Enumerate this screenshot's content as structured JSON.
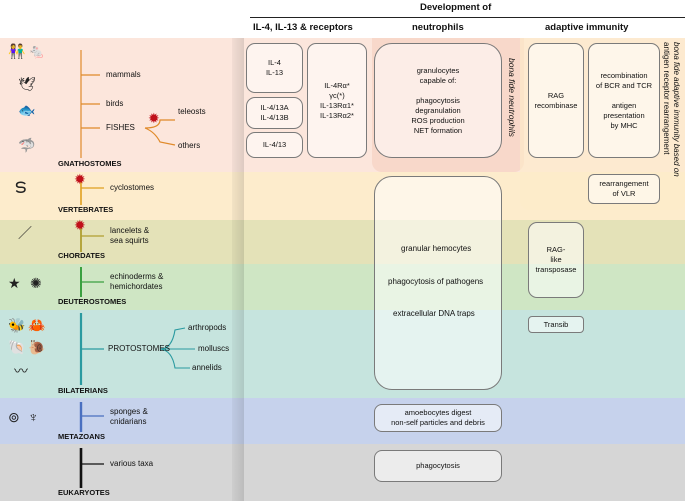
{
  "header": {
    "title": "Development of",
    "col_il": "IL-4, IL-13 & receptors",
    "col_neut": "neutrophils",
    "col_adapt": "adaptive immunity"
  },
  "colors": {
    "gnathostomes": "#fce6dc",
    "vertebrates": "#fdeccc",
    "chordates": "#e4e2b8",
    "deuterostomes": "#cfe6c4",
    "protostomes": "#c6e4de",
    "metazoans": "#c6d2ec",
    "eukaryotes": "#d6d6d6",
    "shade": "#e8e8e8"
  },
  "tree": {
    "mammals": "mammals",
    "birds": "birds",
    "fishes": "FISHES",
    "teleosts": "teleosts",
    "others": "others",
    "gnathostomes": "GNATHOSTOMES",
    "cyclostomes": "cyclostomes",
    "vertebrates": "VERTEBRATES",
    "lancelets1": "lancelets &",
    "lancelets2": "sea squirts",
    "chordates": "CHORDATES",
    "echino1": "echinoderms &",
    "echino2": "hemichordates",
    "deuterostomes": "DEUTEROSTOMES",
    "arthropods": "arthropods",
    "protostomes": "PROTOSTOMES",
    "molluscs": "molluscs",
    "annelids": "annelids",
    "bilaterians": "BILATERIANS",
    "sponges1": "sponges &",
    "sponges2": "cnidarians",
    "metazoans": "METAZOANS",
    "various": "various taxa",
    "eukaryotes": "EUKARYOTES"
  },
  "il": {
    "box1": "IL-4\nIL-13",
    "box2": "IL-4/13A\nIL-4/13B",
    "box3": "IL-4/13",
    "receptors": "IL-4Rα*\nγc(*)\nIL-13Rα1*\nIL-13Rα2*"
  },
  "neut": {
    "granulocytes": "granulocytes\ncapable of:\n\nphagocytosis\ndegranulation\nROS production\nNET formation",
    "bona_fide": "bona fide neutrophils",
    "hemocytes1": "granular hemocytes",
    "hemocytes2": "phagocytosis of pathogens",
    "hemocytes3": "extracellular DNA traps",
    "amoebocytes": "amoebocytes digest\nnon-self particles and debris",
    "phagocytosis": "phagocytosis"
  },
  "adapt": {
    "rag": "RAG\nrecombinase",
    "recomb": "recombination\nof BCR and TCR\n\nantigen\npresentation\nby MHC",
    "bona_fide1": "bona fide adaptive immunity based on",
    "bona_fide2": "antigen receptor rearrangement",
    "vlr": "rearrangement\nof VLR",
    "rag_like": "RAG-\nlike\ntransposase",
    "transib": "Transib"
  }
}
